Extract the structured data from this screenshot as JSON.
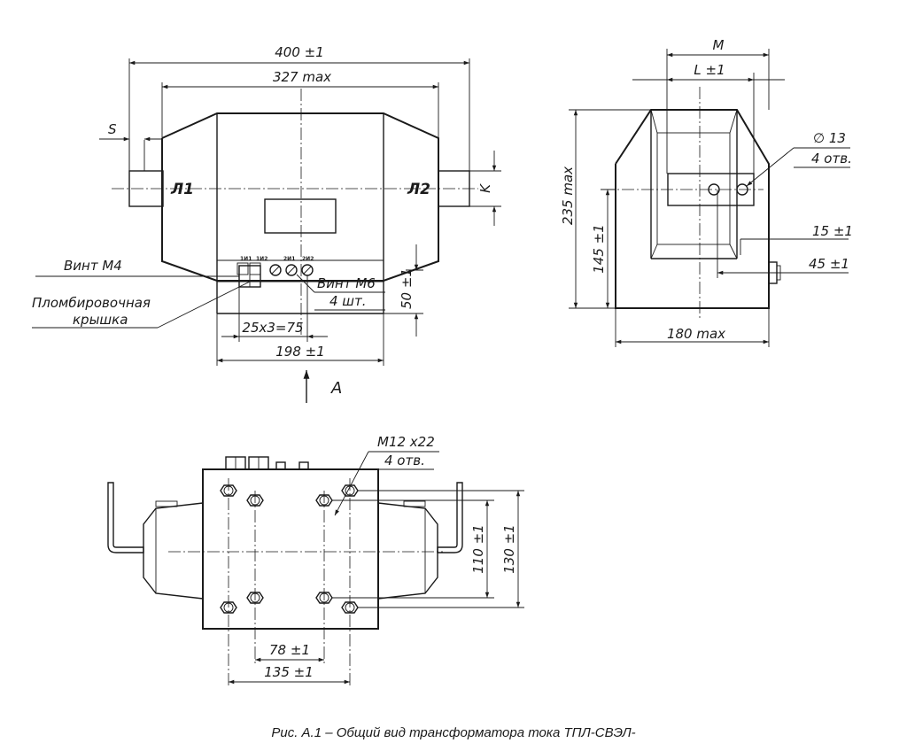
{
  "front_view": {
    "dim_overall_length": "400 ±1",
    "dim_body_length": "327 max",
    "dim_s": "S",
    "dim_k": "K",
    "terminal_l1": "Л1",
    "terminal_l2": "Л2",
    "label_screw_m4": "Винт М4",
    "label_seal_cover_line1": "Пломбировочная",
    "label_seal_cover_line2": "крышка",
    "terminal_1i1": "1И1",
    "terminal_1i2": "1И2",
    "terminal_2i1": "2И1",
    "terminal_2i2": "2И2",
    "label_screw_m6": "Винт М6",
    "label_screw_m6_qty": "4 шт.",
    "dim_height_50": "50 ±1",
    "dim_pitch": "25х3=75",
    "dim_width_198": "198 ±1",
    "view_arrow_label": "А"
  },
  "side_view": {
    "dim_m": "M",
    "dim_l": "L ±1",
    "dim_hole_diameter": "∅ 13",
    "dim_hole_qty": "4 отв.",
    "dim_height_235": "235 max",
    "dim_height_145": "145 ±1",
    "dim_15": "15 ±1",
    "dim_45": "45 ±1",
    "dim_width_180": "180 max"
  },
  "bottom_view": {
    "dim_thread": "M12 х22",
    "dim_thread_qty": "4 отв.",
    "dim_110": "110 ±1",
    "dim_130": "130 ±1",
    "dim_78": "78 ±1",
    "dim_135": "135 ±1"
  },
  "caption": "Рис. А.1 – Общий вид трансформатора тока ТПЛ-СВЭЛ-"
}
